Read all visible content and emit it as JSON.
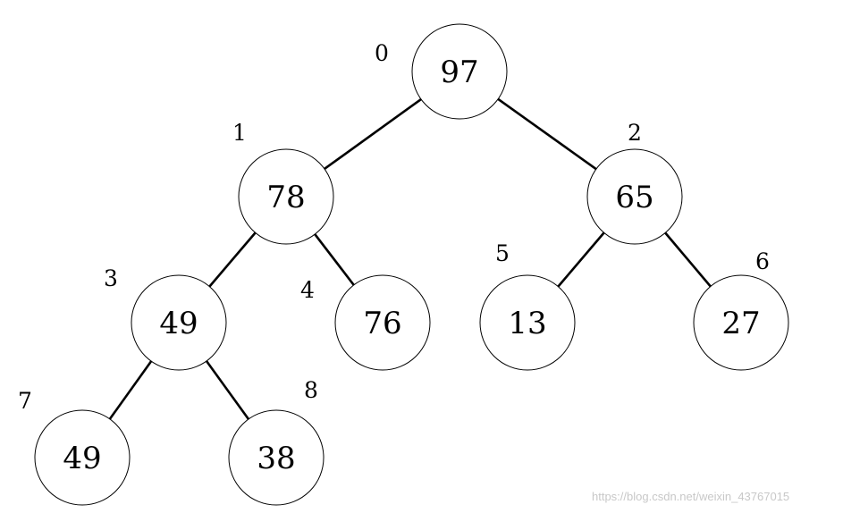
{
  "heap": {
    "nodes": [
      {
        "index": "0",
        "value": "97"
      },
      {
        "index": "1",
        "value": "78"
      },
      {
        "index": "2",
        "value": "65"
      },
      {
        "index": "3",
        "value": "49"
      },
      {
        "index": "4",
        "value": "76"
      },
      {
        "index": "5",
        "value": "13"
      },
      {
        "index": "6",
        "value": "27"
      },
      {
        "index": "7",
        "value": "49"
      },
      {
        "index": "8",
        "value": "38"
      }
    ]
  },
  "watermark": "https://blog.csdn.net/weixin_43767015"
}
